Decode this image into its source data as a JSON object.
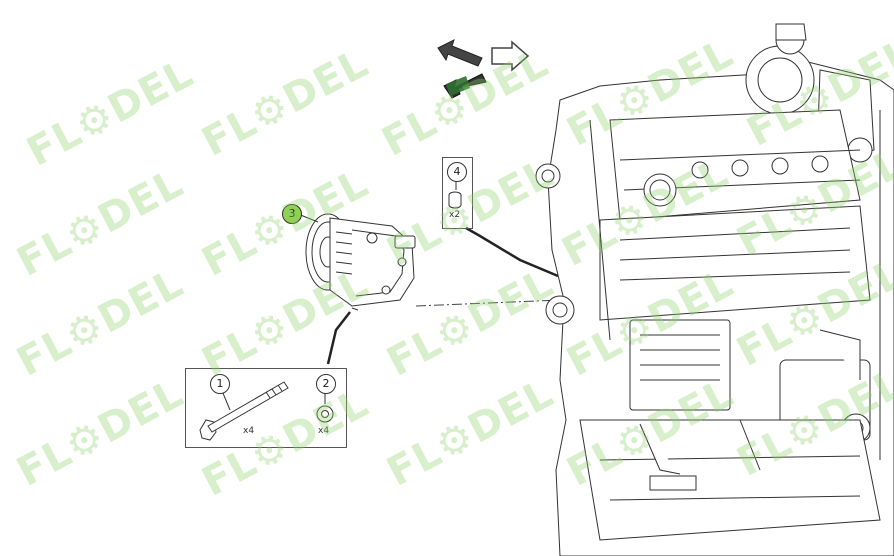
{
  "watermark": {
    "text": "FL⚙DEL"
  },
  "callouts": {
    "c1": "1",
    "c2": "2",
    "c3": "3",
    "c4": "4"
  },
  "quantities": {
    "q1": "x4",
    "q2": "x4",
    "q4": "x2"
  },
  "colors": {
    "highlight": "#8fd14f",
    "watermark": "#8ed36a",
    "arrow_dark": "#333333"
  },
  "icons": [
    "view-arrow-left-icon",
    "view-arrow-right-icon",
    "view-arrow-down-left-icon"
  ]
}
